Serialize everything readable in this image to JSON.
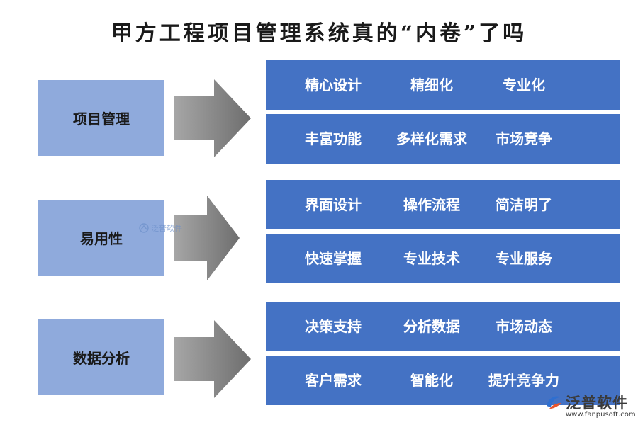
{
  "title": "甲方工程项目管理系统真的“内卷”了吗",
  "groups": [
    {
      "category": "项目管理",
      "rows": [
        [
          "精心设计",
          "精细化",
          "专业化"
        ],
        [
          "丰富功能",
          "多样化需求",
          "市场竞争"
        ]
      ]
    },
    {
      "category": "易用性",
      "rows": [
        [
          "界面设计",
          "操作流程",
          "简洁明了"
        ],
        [
          "快速掌握",
          "专业技术",
          "专业服务"
        ]
      ]
    },
    {
      "category": "数据分析",
      "rows": [
        [
          "决策支持",
          "分析数据",
          "市场动态"
        ],
        [
          "客户需求",
          "智能化",
          "提升竞争力"
        ]
      ]
    }
  ],
  "watermark": {
    "small_text": "泛普软件",
    "brand_name": "泛普软件",
    "url": "www.fanpusoft.com"
  },
  "colors": {
    "category_box": "#8faadc",
    "item_bar": "#4472c4",
    "arrow": "#8c8c8c",
    "title_text": "#1a1a1a"
  }
}
